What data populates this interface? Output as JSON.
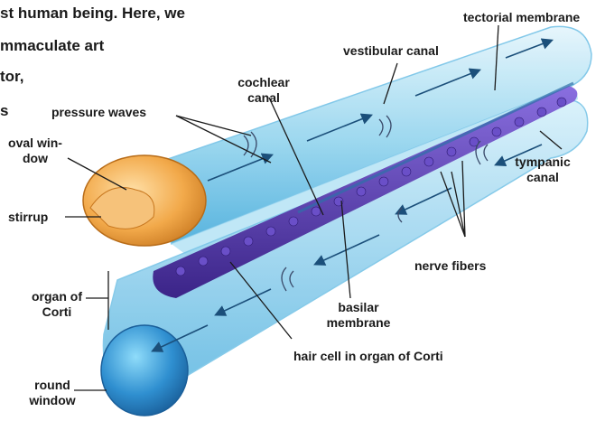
{
  "body_text": [
    "st human being. Here, we",
    "mmaculate art",
    "tor,",
    "s"
  ],
  "labels": {
    "tectorial_membrane": "tectorial membrane",
    "vestibular_canal": "vestibular canal",
    "cochlear_canal_1": "cochlear",
    "cochlear_canal_2": "canal",
    "pressure_waves": "pressure waves",
    "oval_window_1": "oval win-",
    "oval_window_2": "dow",
    "tympanic_canal_1": "tympanic",
    "tympanic_canal_2": "canal",
    "stirrup": "stirrup",
    "nerve_fibers": "nerve fibers",
    "organ_of_corti_1": "organ of",
    "organ_of_corti_2": "Corti",
    "basilar_membrane_1": "basilar",
    "basilar_membrane_2": "membrane",
    "hair_cell": "hair cell in organ of Corti",
    "round_window_1": "round",
    "round_window_2": "window"
  },
  "colors": {
    "tube_light": "#cfeef9",
    "tube_mid": "#8fd3ef",
    "tube_dark": "#3aa3d4",
    "membrane_purple": "#5a3fb0",
    "oval_window_orange": "#f2a94a",
    "round_window_blue": "#2f8fd0",
    "arrow": "#1b4f7a",
    "leader_line": "#1a1a1a"
  }
}
